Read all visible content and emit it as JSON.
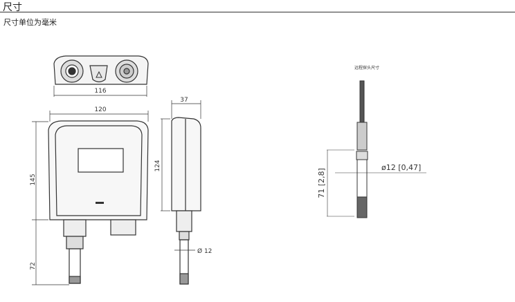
{
  "heading": "尺寸",
  "subheading": "尺寸单位为毫米",
  "front_view": {
    "width": "116"
  },
  "main_view": {
    "width": "120",
    "height": "145",
    "probe_length": "72"
  },
  "side_view": {
    "depth": "37",
    "height": "124",
    "probe_diameter": "Ø 12"
  },
  "remote_probe": {
    "title": "远程探头尺寸",
    "diameter": "ø12 [0,47]",
    "length": "71 [2,8]"
  }
}
